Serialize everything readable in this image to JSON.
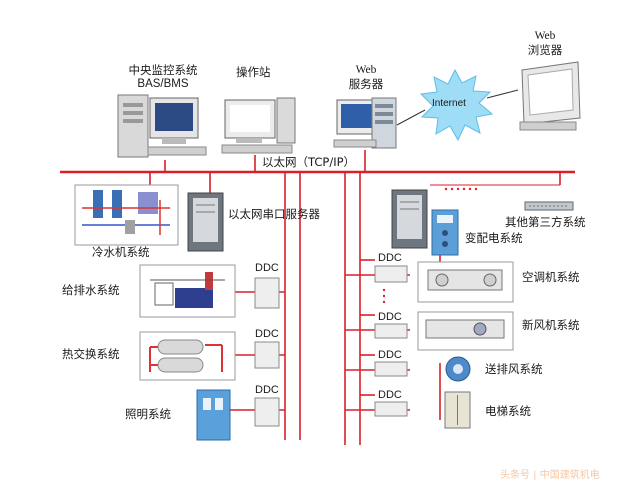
{
  "diagram": {
    "top": {
      "central_monitor_line1": "中央监控系统",
      "central_monitor_line2": "BAS/BMS",
      "operator_station": "操作站",
      "web_server_line1": "Web",
      "web_server_line2": "服务器",
      "internet": "Internet",
      "web_browser_line1": "Web",
      "web_browser_line2": "浏览器",
      "ethernet_bus": "以太网（TCP/IP）"
    },
    "left": {
      "chiller": "冷水机系统",
      "serial_server": "以太网串口服务器",
      "water_supply": "给排水系统",
      "heat_exchange": "热交换系统",
      "lighting": "照明系统"
    },
    "right": {
      "third_party": "其他第三方系统",
      "power_distribution": "变配电系统",
      "air_conditioning": "空调机系统",
      "fresh_air": "新风机系统",
      "ventilation": "送排风系统",
      "elevator": "电梯系统"
    },
    "ddc_label": "DDC",
    "watermark": "头条号 | 中国建筑机电",
    "colors": {
      "bus_red": "#d9202a",
      "box_border": "#8d8d8d",
      "panel_blue": "#7fa9d4",
      "cloud_cyan": "#9fdcf6"
    }
  }
}
